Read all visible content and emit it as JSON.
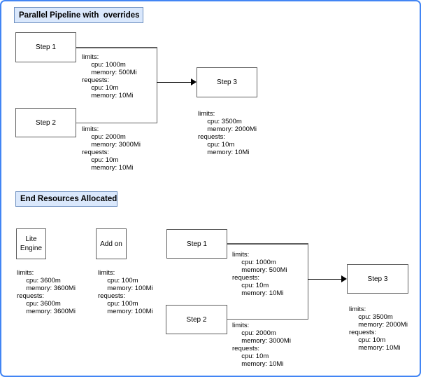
{
  "colors": {
    "frame_color": "#4285f4",
    "title_fill": "#dae8fc",
    "title_stroke": "#6c8ebf",
    "node_stroke": "#5f5f5f",
    "connector_color": "#5f5f5f",
    "arrow_color": "#000000"
  },
  "pipeline_section": {
    "title": "Parallel Pipeline with  overrides",
    "step1": {
      "label": "Step 1"
    },
    "step2": {
      "label": "Step 2"
    },
    "step3": {
      "label": "Step 3"
    },
    "step1_overrides": {
      "lines": [
        "limits:",
        "     cpu: 1000m",
        "     memory: 500Mi",
        "requests:",
        "     cpu: 10m",
        "     memory: 10Mi"
      ]
    },
    "step2_overrides": {
      "lines": [
        "limits:",
        "     cpu: 2000m",
        "     memory: 3000Mi",
        "requests:",
        "     cpu: 10m",
        "     memory: 10Mi"
      ]
    },
    "step3_resources": {
      "lines": [
        "limits:",
        "     cpu: 3500m",
        "     memory: 2000Mi",
        "requests:",
        "     cpu: 10m",
        "     memory: 10Mi"
      ]
    }
  },
  "end_section": {
    "title": "End Resources Allocated",
    "lite_engine": {
      "label": "Lite Engine"
    },
    "add_on": {
      "label": "Add on"
    },
    "step1": {
      "label": "Step 1"
    },
    "step2": {
      "label": "Step 2"
    },
    "step3": {
      "label": "Step 3"
    },
    "lite_engine_resources": {
      "lines": [
        "limits:",
        "     cpu: 3600m",
        "     memory: 3600Mi",
        "requests:",
        "     cpu: 3600m",
        "     memory: 3600Mi"
      ]
    },
    "add_on_resources": {
      "lines": [
        "limits:",
        "     cpu: 100m",
        "     memory: 100Mi",
        "requests:",
        "     cpu: 100m",
        "     memory: 100Mi"
      ]
    },
    "step1_resources": {
      "lines": [
        "limits:",
        "     cpu: 1000m",
        "     memory: 500Mi",
        "requests:",
        "     cpu: 10m",
        "     memory: 10Mi"
      ]
    },
    "step2_resources": {
      "lines": [
        "limits:",
        "     cpu: 2000m",
        "     memory: 3000Mi",
        "requests:",
        "     cpu: 10m",
        "     memory: 10Mi"
      ]
    },
    "step3_resources": {
      "lines": [
        "limits:",
        "     cpu: 3500m",
        "     memory: 2000Mi",
        "requests:",
        "     cpu: 10m",
        "     memory: 10Mi"
      ]
    }
  }
}
